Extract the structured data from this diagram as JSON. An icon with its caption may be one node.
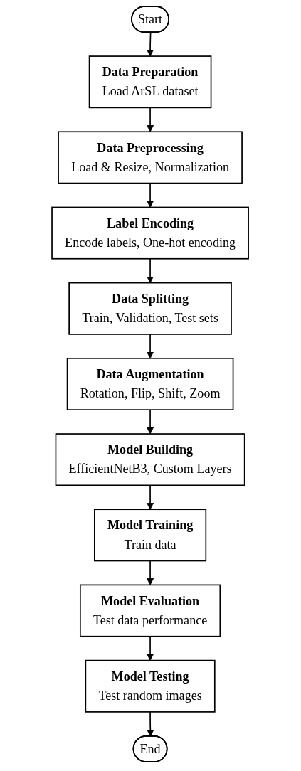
{
  "diagram": {
    "nodes": [
      {
        "text": [
          "Start"
        ]
      },
      {
        "text": [
          "Data Preparation",
          "Load ArSL dataset"
        ]
      },
      {
        "text": [
          "Data Preprocessing",
          "Load & Resize, Normalization"
        ]
      },
      {
        "text": [
          "Label Encoding",
          "Encode labels, One-hot encoding"
        ]
      },
      {
        "text": [
          "Data Splitting",
          "Train, Validation, Test sets"
        ]
      },
      {
        "text": [
          "Data Augmentation",
          "Rotation, Flip, Shift, Zoom"
        ]
      },
      {
        "text": [
          "Model Building",
          "EfficientNetB3, Custom Layers"
        ]
      },
      {
        "text": [
          "Model Training",
          "Train data"
        ]
      },
      {
        "text": [
          "Model Evaluation",
          "Test data performance"
        ]
      },
      {
        "text": [
          "Model Testing",
          "Test random images"
        ]
      },
      {
        "text": [
          "End"
        ]
      }
    ],
    "edges": [
      {
        "from": 0,
        "to": 1,
        "arrow": "to"
      },
      {
        "from": 1,
        "to": 2,
        "arrow": "to"
      },
      {
        "from": 2,
        "to": 3,
        "arrow": "to"
      },
      {
        "from": 3,
        "to": 4,
        "arrow": "to"
      },
      {
        "from": 4,
        "to": 5,
        "arrow": "to"
      },
      {
        "from": 5,
        "to": 6,
        "arrow": "to"
      },
      {
        "from": 6,
        "to": 7,
        "arrow": "to"
      },
      {
        "from": 7,
        "to": 8,
        "arrow": "to"
      },
      {
        "from": 8,
        "to": 9,
        "arrow": "to"
      },
      {
        "from": 9,
        "to": 10,
        "arrow": "to"
      }
    ]
  }
}
